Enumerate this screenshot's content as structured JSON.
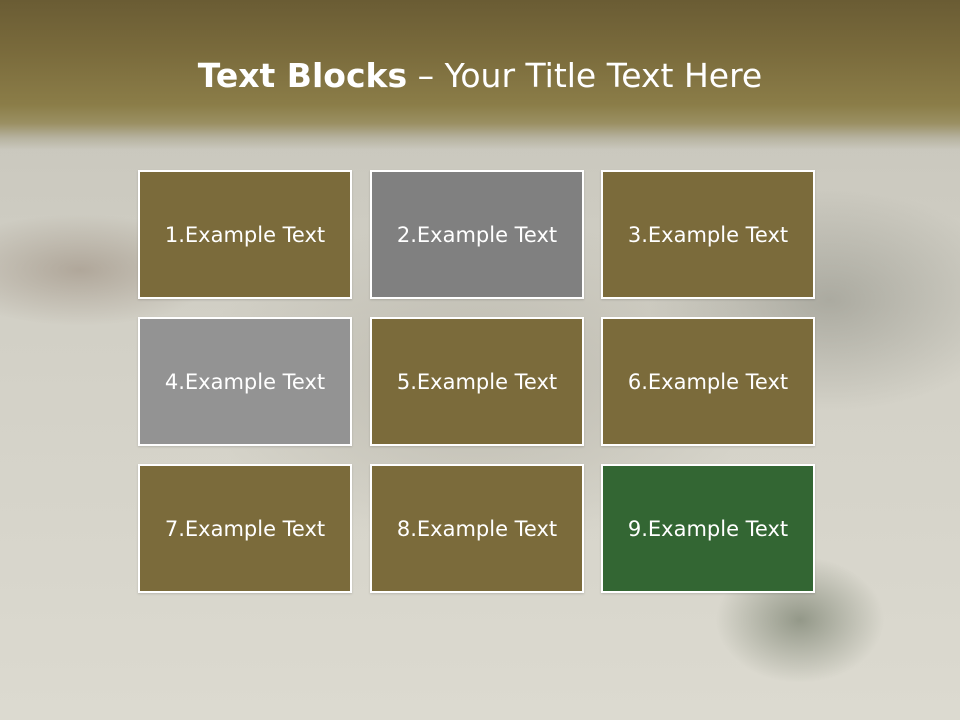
{
  "slide": {
    "title_bold": "Text Blocks",
    "title_dash": " – ",
    "title_rest": "Your Title Text Here"
  },
  "blocks": [
    {
      "label": "1.Example Text",
      "color": "#7b6b3b"
    },
    {
      "label": "2.Example Text",
      "color": "#808080"
    },
    {
      "label": "3.Example Text",
      "color": "#7b6b3b"
    },
    {
      "label": "4.Example Text",
      "color": "#939393"
    },
    {
      "label": "5.Example Text",
      "color": "#7b6b3b"
    },
    {
      "label": "6.Example Text",
      "color": "#7b6b3b"
    },
    {
      "label": "7.Example Text",
      "color": "#7b6b3b"
    },
    {
      "label": "8.Example Text",
      "color": "#7b6b3b"
    },
    {
      "label": "9.Example Text",
      "color": "#336633"
    }
  ],
  "theme": {
    "header_color": "#7a6b3c",
    "text_color": "#ffffff",
    "border_color": "#ffffff"
  }
}
